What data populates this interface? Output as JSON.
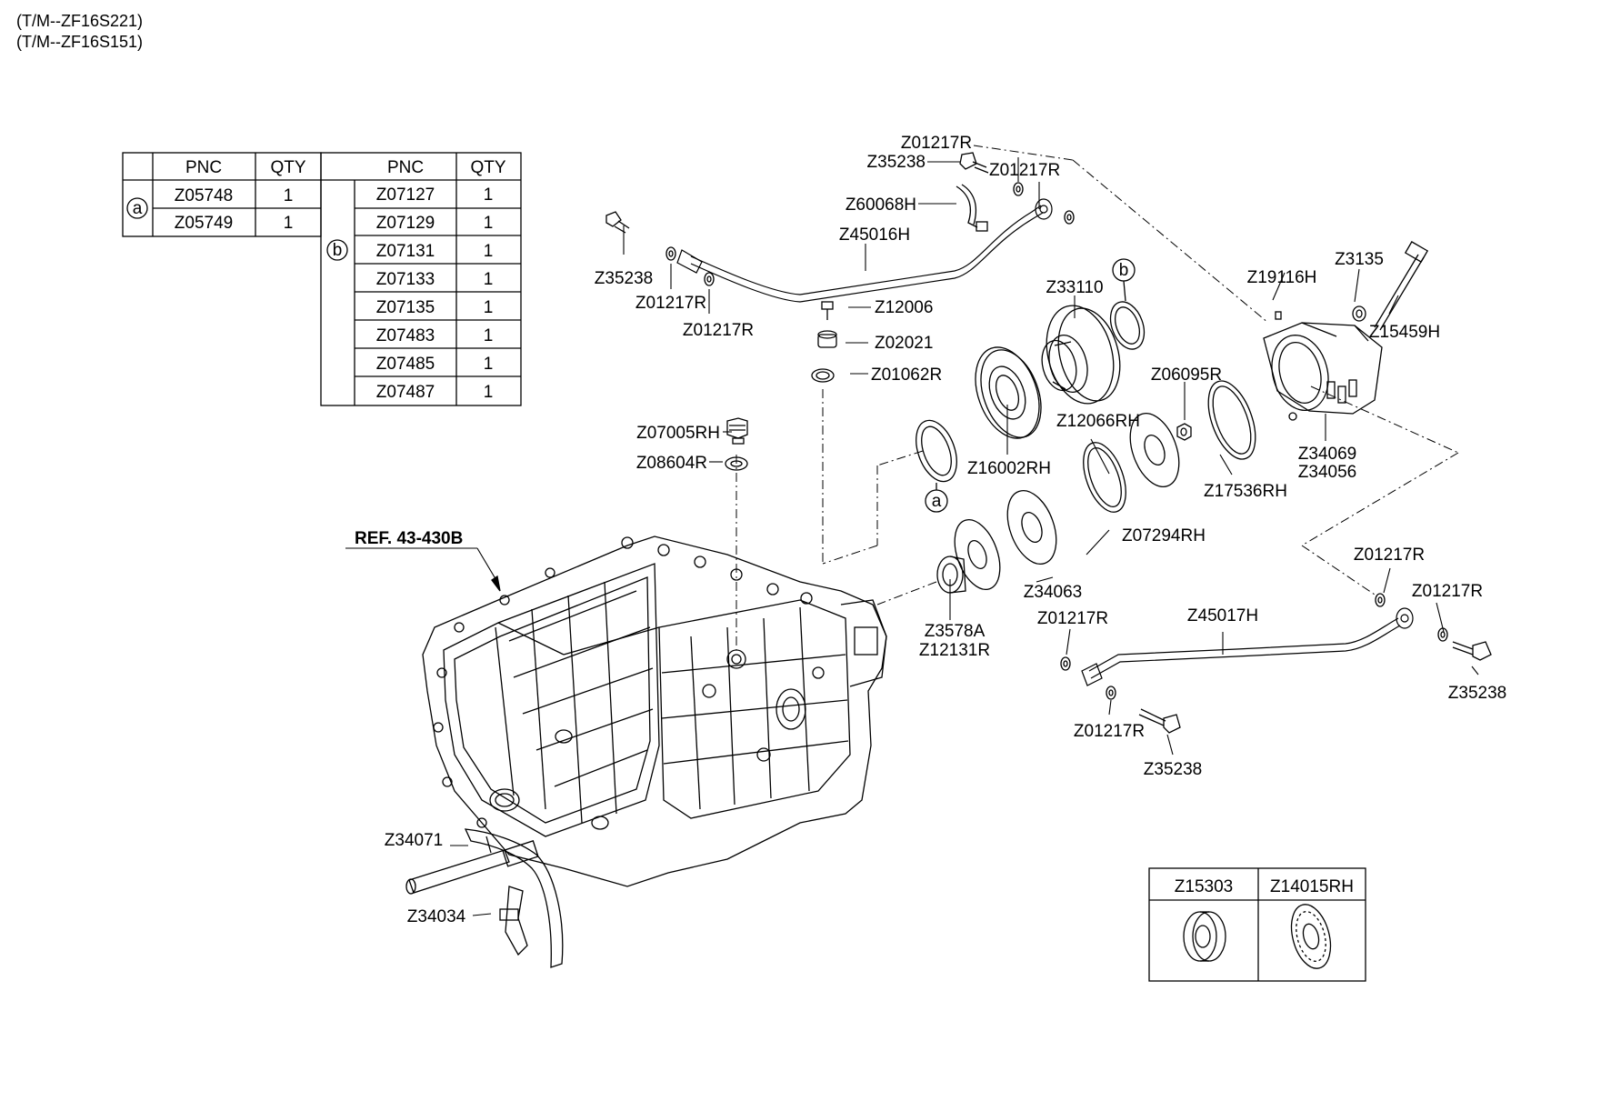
{
  "header": {
    "models": [
      "(T/M--ZF16S221)",
      "(T/M--ZF16S151)"
    ]
  },
  "ref_label": "REF. 43-430B",
  "table_a": {
    "columns": [
      "PNC",
      "QTY"
    ],
    "marker": "a",
    "rows": [
      {
        "pnc": "Z05748",
        "qty": "1"
      },
      {
        "pnc": "Z05749",
        "qty": "1"
      }
    ]
  },
  "table_b": {
    "columns": [
      "PNC",
      "QTY"
    ],
    "marker": "b",
    "rows": [
      {
        "pnc": "Z07127",
        "qty": "1"
      },
      {
        "pnc": "Z07129",
        "qty": "1"
      },
      {
        "pnc": "Z07131",
        "qty": "1"
      },
      {
        "pnc": "Z07133",
        "qty": "1"
      },
      {
        "pnc": "Z07135",
        "qty": "1"
      },
      {
        "pnc": "Z07483",
        "qty": "1"
      },
      {
        "pnc": "Z07485",
        "qty": "1"
      },
      {
        "pnc": "Z07487",
        "qty": "1"
      }
    ]
  },
  "callouts": {
    "marker_a": "a",
    "marker_b": "b",
    "bolt_z35238_left": "Z35238",
    "washer_top_1": "Z01217R",
    "washer_top_2": "Z01217R",
    "clip": "Z60068H",
    "pipe_upper": "Z45016H",
    "bolt_z35238_top": "Z35238",
    "washer_left_1": "Z01217R",
    "washer_left_2": "Z01217R",
    "screw_z12006": "Z12006",
    "plug_z02021": "Z02021",
    "seal_z01062r": "Z01062R",
    "breather": "Z07005RH",
    "breather_seal": "Z08604R",
    "flange": "Z33110",
    "bearing": "Z16002RH",
    "ring_z12066rh": "Z12066RH",
    "shim_z07294rh": "Z07294RH",
    "nut_z06095r": "Z06095R",
    "oring_z17536rh": "Z17536RH",
    "pin_z19116h": "Z19116H",
    "bolt_z3135": "Z3135",
    "stud_z15459h": "Z15459H",
    "housing_1": "Z34069",
    "housing_2": "Z34056",
    "washer_z34063": "Z34063",
    "seal_1": "Z3578A",
    "seal_2": "Z12131R",
    "pipe_lower": "Z45017H",
    "washer_right_1": "Z01217R",
    "washer_right_2": "Z01217R",
    "bolt_right": "Z35238",
    "washer_mid_1": "Z01217R",
    "washer_mid_2": "Z01217R",
    "bolt_mid": "Z35238",
    "shaft": "Z34071",
    "fork_clip": "Z34034"
  },
  "inset": {
    "left_label": "Z15303",
    "right_label": "Z14015RH"
  }
}
